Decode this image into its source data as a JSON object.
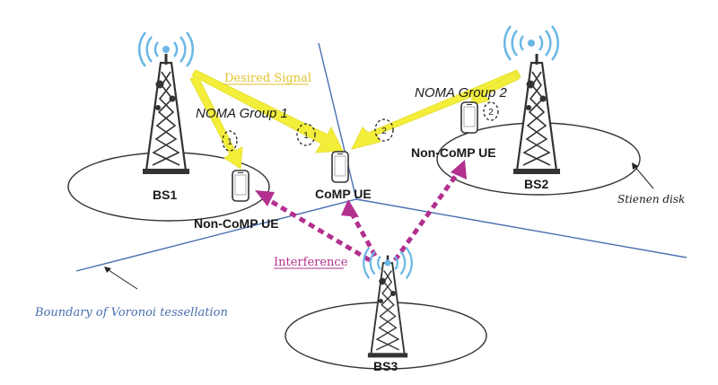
{
  "labels": {
    "desired_signal": "Desired Signal",
    "noma_group_1": "NOMA Group 1",
    "noma_group_2": "NOMA Group 2",
    "bs1": "BS1",
    "bs2": "BS2",
    "bs3": "BS3",
    "comp_ue": "CoMP UE",
    "non_comp_ue_1": "Non-CoMP UE",
    "non_comp_ue_2": "Non-CoMP UE",
    "stienen_disk": "Stienen disk",
    "interference": "Interference",
    "voronoi_boundary": "Boundary of Voronoi tessellation",
    "marker_1a": "1",
    "marker_1b": "1",
    "marker_2a": "2",
    "marker_2b": "2"
  },
  "colors": {
    "desired_signal": "#f2ee3a",
    "desired_label": "#e3c22e",
    "interference": "#b3308f",
    "voronoi": "#4a6fb0",
    "signal_waves": "#6ab7e6",
    "tower": "#333333",
    "text": "#1a1a1a"
  },
  "icons": [
    "tower-icon",
    "phone-icon",
    "signal-wave-icon"
  ]
}
